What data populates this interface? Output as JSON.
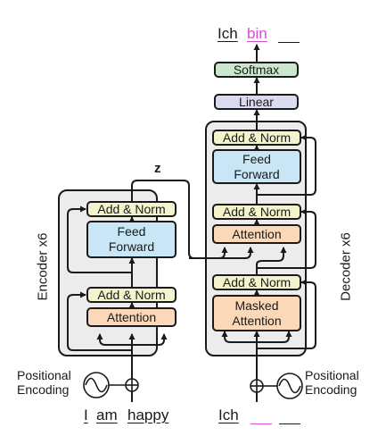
{
  "encoder": {
    "side_label": "Encoder x6",
    "add_norm_top": "Add & Norm",
    "feed_forward": "Feed Forward",
    "add_norm_bottom": "Add & Norm",
    "attention": "Attention",
    "pos_enc_label": "Positional Encoding",
    "inputs": [
      "I",
      "am",
      "happy"
    ]
  },
  "decoder": {
    "side_label": "Decoder x6",
    "add_norm_top": "Add & Norm",
    "feed_forward": "Feed Forward",
    "add_norm_mid": "Add & Norm",
    "attention": "Attention",
    "add_norm_bottom": "Add & Norm",
    "masked_attention": "Masked Attention",
    "pos_enc_label": "Positional Encoding",
    "inputs": [
      "Ich",
      "",
      ""
    ]
  },
  "output": {
    "linear": "Linear",
    "softmax": "Softmax",
    "tokens": [
      "Ich",
      "bin",
      ""
    ]
  },
  "z_label": "z",
  "colors": {
    "add_norm": "#f4f4cc",
    "feed_forward": "#c8e6f5",
    "attention": "#fad8b8",
    "softmax": "#c9e8cc",
    "linear": "#dadaf0",
    "stack": "#ececec",
    "highlight": "#d64fd0"
  }
}
